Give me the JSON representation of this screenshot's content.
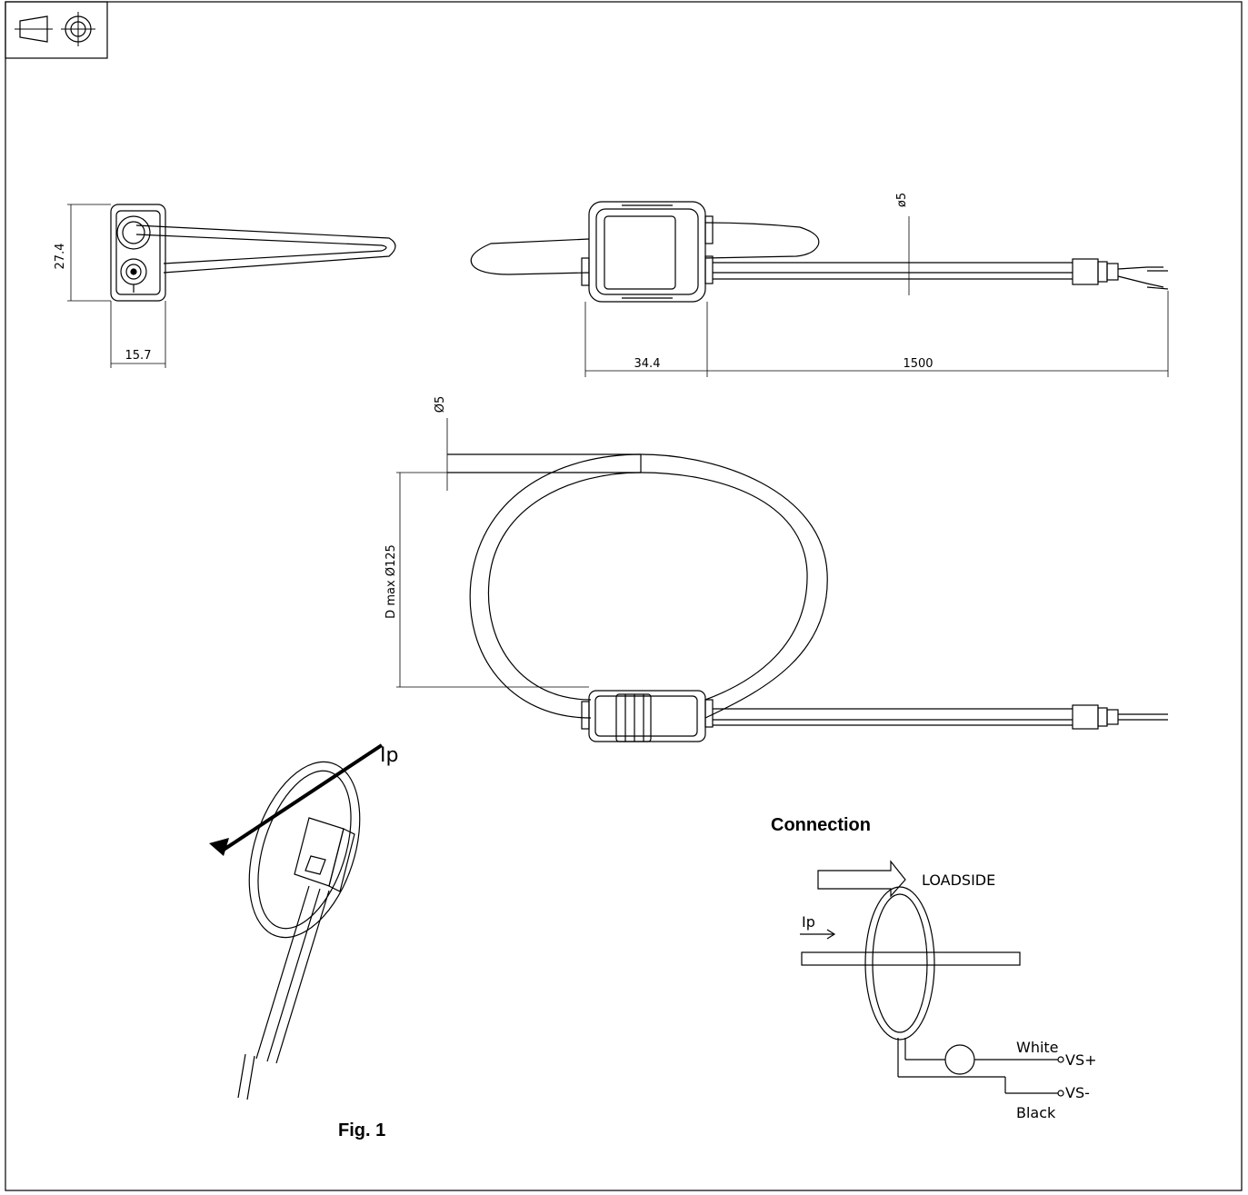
{
  "dimensions": {
    "height_side": "27.4",
    "width_side": "15.7",
    "body_width": "34.4",
    "cable_length": "1500",
    "cable_dia_top": "ø5",
    "cable_dia_loop": "Ø5",
    "loop_diameter": "D max Ø125"
  },
  "figure": {
    "fig_label": "Fig. 1",
    "current_label": "Ip"
  },
  "connection": {
    "title": "Connection",
    "loadside": "LOADSIDE",
    "ip": "Ip",
    "white": "White",
    "black": "Black",
    "vs_plus": "VS+",
    "vs_minus": "VS-"
  }
}
